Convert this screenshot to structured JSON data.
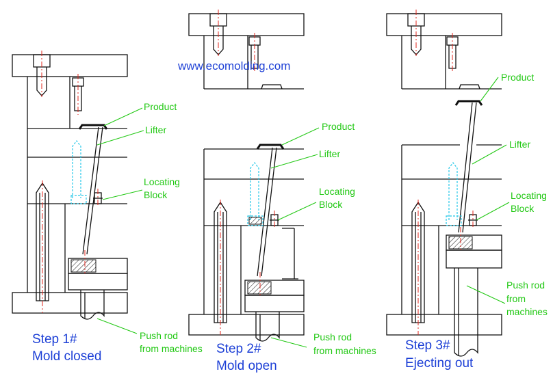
{
  "watermark": "www.ecomolding.com",
  "colors": {
    "label": "#22c814",
    "step": "#1c3fd6",
    "outline": "#111111",
    "centerline": "#e0241b",
    "hidden": "#25c8e8"
  },
  "panels": [
    {
      "step": "Step 1#",
      "state": "Mold closed",
      "labels": {
        "product": "Product",
        "lifter": "Lifter",
        "locating": "Locating",
        "block": "Block",
        "pushrod": "Push rod",
        "machines": "from machines"
      }
    },
    {
      "step": "Step 2#",
      "state": "Mold open",
      "labels": {
        "product": "Product",
        "lifter": "Lifter",
        "locating": "Locating",
        "block": "Block",
        "pushrod": "Push rod",
        "machines": "from machines"
      }
    },
    {
      "step": "Step 3#",
      "state": "Ejecting out",
      "labels": {
        "product": "Product",
        "lifter": "Lifter",
        "locating": "Locating",
        "block": "Block",
        "pushrod": "Push rod",
        "from": "from",
        "machines": "machines"
      }
    }
  ]
}
